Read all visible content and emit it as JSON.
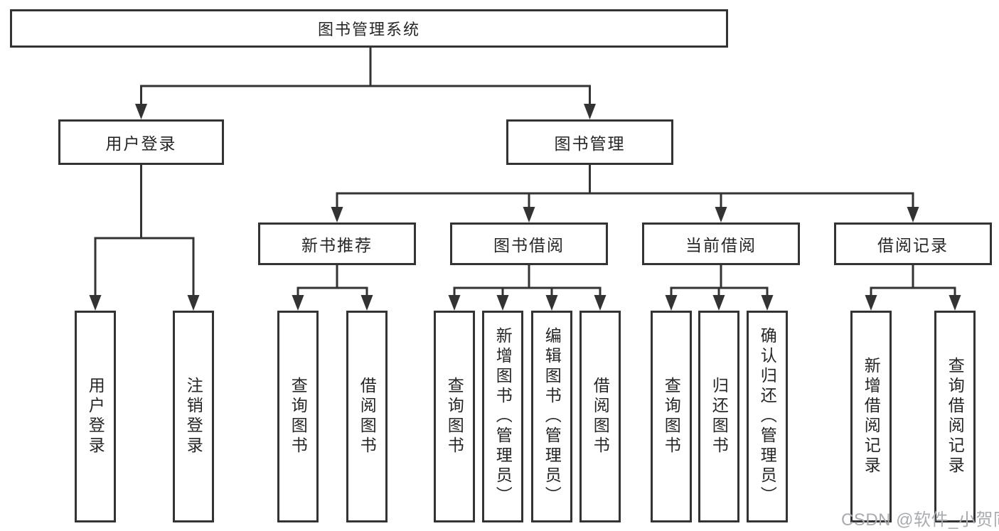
{
  "tree": {
    "label": "图书管理系统",
    "children": [
      {
        "label": "用户登录",
        "children": [
          {
            "label": "用户登录"
          },
          {
            "label": "注销登录"
          }
        ]
      },
      {
        "label": "图书管理",
        "children": [
          {
            "label": "新书推荐",
            "children": [
              {
                "label": "查询图书"
              },
              {
                "label": "借阅图书"
              }
            ]
          },
          {
            "label": "图书借阅",
            "children": [
              {
                "label": "查询图书"
              },
              {
                "label": "新增图书（管理员）"
              },
              {
                "label": "编辑图书（管理员）"
              },
              {
                "label": "借阅图书"
              }
            ]
          },
          {
            "label": "当前借阅",
            "children": [
              {
                "label": "查询图书"
              },
              {
                "label": "归还图书"
              },
              {
                "label": "确认归还（管理员）"
              }
            ]
          },
          {
            "label": "借阅记录",
            "children": [
              {
                "label": "新增借阅记录"
              },
              {
                "label": "查询借阅记录"
              }
            ]
          }
        ]
      }
    ]
  },
  "watermark": {
    "text": "CSDN @软件_小贺同学"
  },
  "colors": {
    "line": "#333333",
    "box_border": "#333333",
    "box_fill": "#ffffff",
    "text": "#262626",
    "watermark": "#a8abb0"
  }
}
